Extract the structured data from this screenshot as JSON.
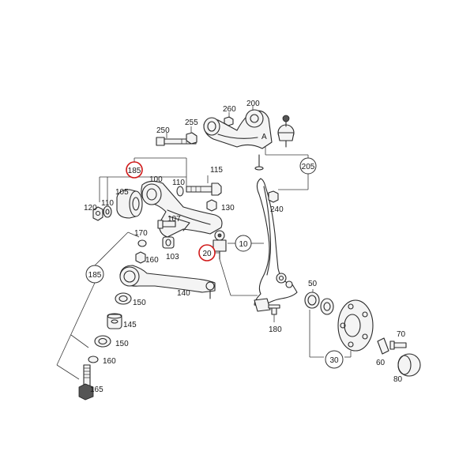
{
  "labels": {
    "l10": "10",
    "l20": "20",
    "l30": "30",
    "l50": "50",
    "l60": "60",
    "l70": "70",
    "l80": "80",
    "l100": "100",
    "l103": "103",
    "l105": "105",
    "l107": "107",
    "l110a": "110",
    "l110b": "110",
    "l115": "115",
    "l120": "120",
    "l130": "130",
    "l140": "140",
    "l145": "145",
    "l150a": "150",
    "l150b": "150",
    "l160a": "160",
    "l160b": "160",
    "l165": "165",
    "l170": "170",
    "l180": "180",
    "l185a": "185",
    "l185b": "185",
    "l200": "200",
    "l205": "205",
    "l240": "240",
    "l250": "250",
    "l255": "255",
    "l260": "260"
  },
  "highlight_color": "#d01818"
}
